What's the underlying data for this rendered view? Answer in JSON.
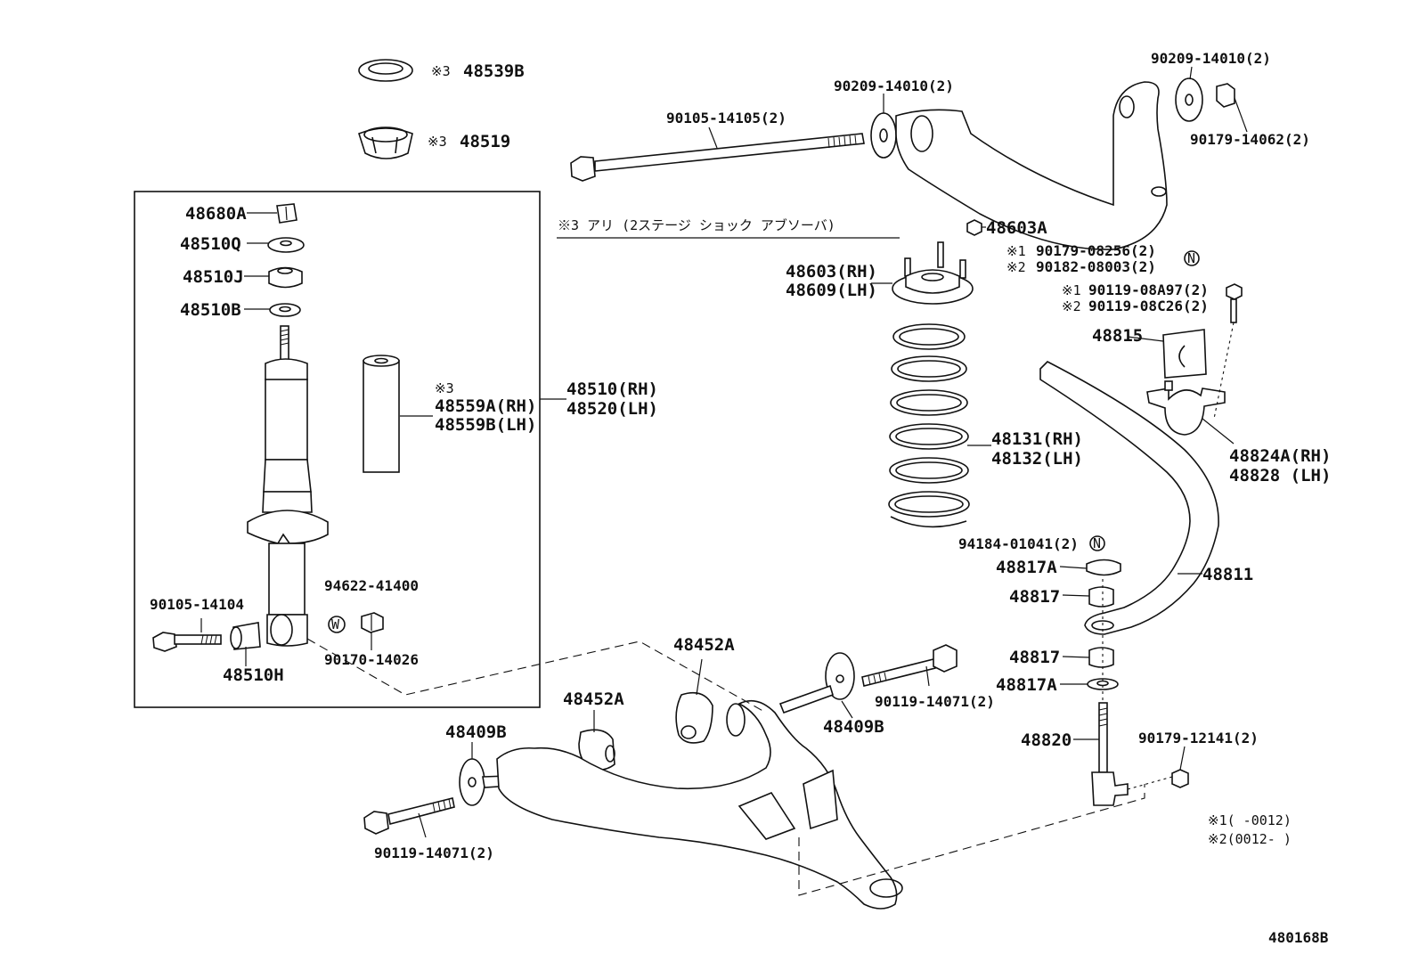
{
  "labels": {
    "l48539b": "48539B",
    "l48519": "48519",
    "l48680a": "48680A",
    "l48510q": "48510Q",
    "l48510j": "48510J",
    "l48510b": "48510B",
    "l48559a": "48559A(RH)",
    "l48559b": "48559B(LH)",
    "l48510rh": "48510(RH)",
    "l48520lh": "48520(LH)",
    "l90105_14104": "90105-14104",
    "l48510h": "48510H",
    "l94622": "94622-41400",
    "l90170": "90170-14026",
    "l90105_14105": "90105-14105(2)",
    "l90209_a": "90209-14010(2)",
    "l90209_b": "90209-14010(2)",
    "l90179_14062": "90179-14062(2)",
    "l48603a": "48603A",
    "l48603": "48603(RH)",
    "l48609": "48609(LH)",
    "l90179_08256": "90179-08256(2)",
    "l90182": "90182-08003(2)",
    "l90119_08a97": "90119-08A97(2)",
    "l90119_08c26": "90119-08C26(2)",
    "l48815": "48815",
    "l48131": "48131(RH)",
    "l48132": "48132(LH)",
    "l48824a": "48824A(RH)",
    "l48828": "48828 (LH)",
    "l94184": "94184-01041(2)",
    "l48817a_1": "48817A",
    "l48817_1": "48817",
    "l48811": "48811",
    "l48817_2": "48817",
    "l48817a_2": "48817A",
    "l48820": "48820",
    "l90179_12141": "90179-12141(2)",
    "l48452a_1": "48452A",
    "l48452a_2": "48452A",
    "l48409b_1": "48409B",
    "l48409b_2": "48409B",
    "l90119_14071_a": "90119-14071(2)",
    "l90119_14071_b": "90119-14071(2)"
  },
  "notes": {
    "mark3": "※3",
    "mark1": "※1",
    "mark2": "※2",
    "shock_note": "※3 アリ (2ステージ ショック アブソーバ)",
    "legend1": "※1(     -0012)",
    "legend2": "※2(0012-     )",
    "circle_n": "N",
    "circle_w": "W"
  },
  "diagram_id": "480168B"
}
